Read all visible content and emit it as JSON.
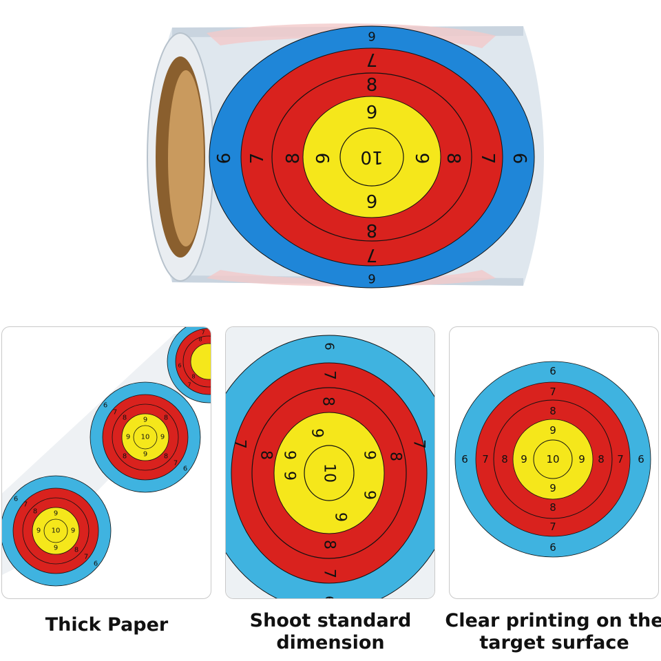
{
  "colors": {
    "blue": "#1f86d8",
    "light_blue": "#3fb3e0",
    "red": "#d9221e",
    "yellow": "#f5e71b",
    "ring_line": "#111111",
    "roll_core": "#b98a4d"
  },
  "ring_numbers": {
    "six": "6",
    "seven": "7",
    "eight": "8",
    "nine": "9",
    "ten": "10"
  },
  "panels": [
    {
      "caption": "Thick Paper"
    },
    {
      "caption": "Shoot standard dimension"
    },
    {
      "caption": "Clear printing on the target surface"
    }
  ]
}
